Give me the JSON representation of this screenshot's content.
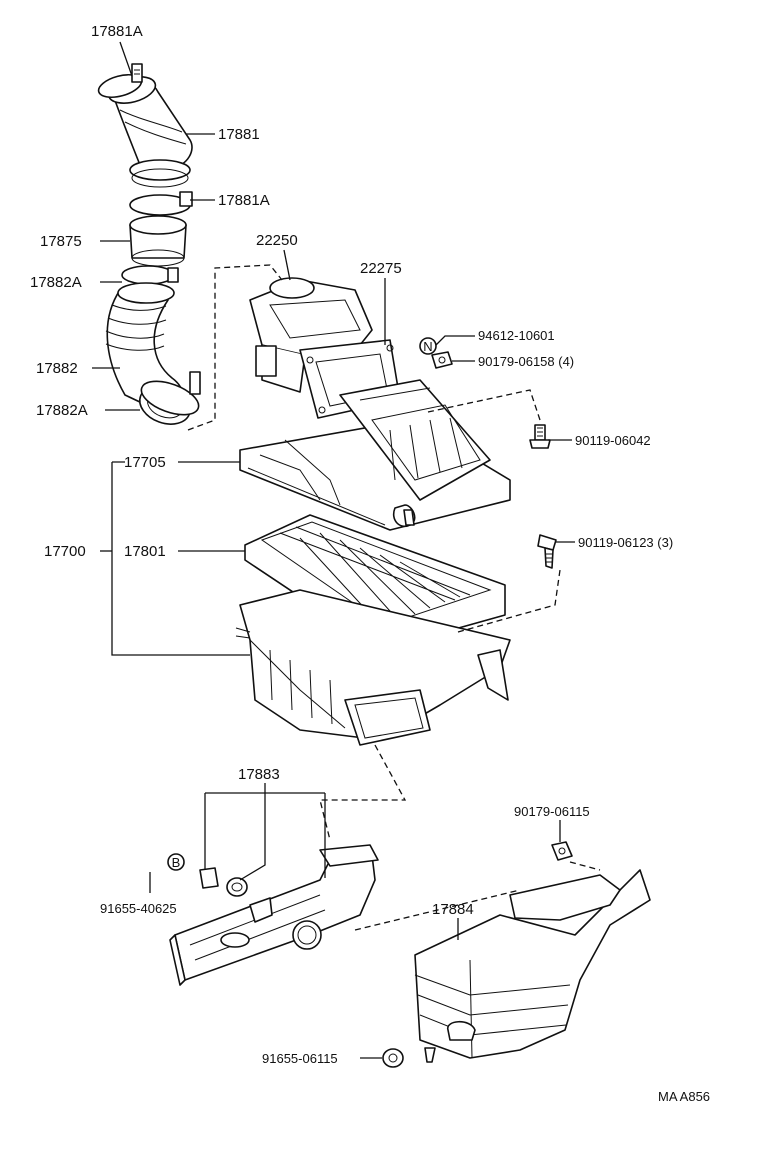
{
  "labels": {
    "p17881A_top": "17881A",
    "p17881": "17881",
    "p17881A_mid": "17881A",
    "p17875": "17875",
    "p17882A_top": "17882A",
    "p17882": "17882",
    "p17882A_bot": "17882A",
    "p22250": "22250",
    "p22275": "22275",
    "p94612": "94612-10601",
    "p90179_06158": "90179-06158 (4)",
    "p90119_06042": "90119-06042",
    "p17705": "17705",
    "p17700": "17700",
    "p17801": "17801",
    "p90119_06123": "90119-06123 (3)",
    "p17883": "17883",
    "p91655_40625": "91655-40625",
    "p90179_06115": "90179-06115",
    "p17884": "17884",
    "p91655_06115": "91655-06115",
    "sym_n": "N",
    "sym_b": "B",
    "code": "MA A856"
  },
  "icons": [
    "bolt-icon",
    "nut-icon",
    "clamp-icon",
    "washer-icon"
  ]
}
